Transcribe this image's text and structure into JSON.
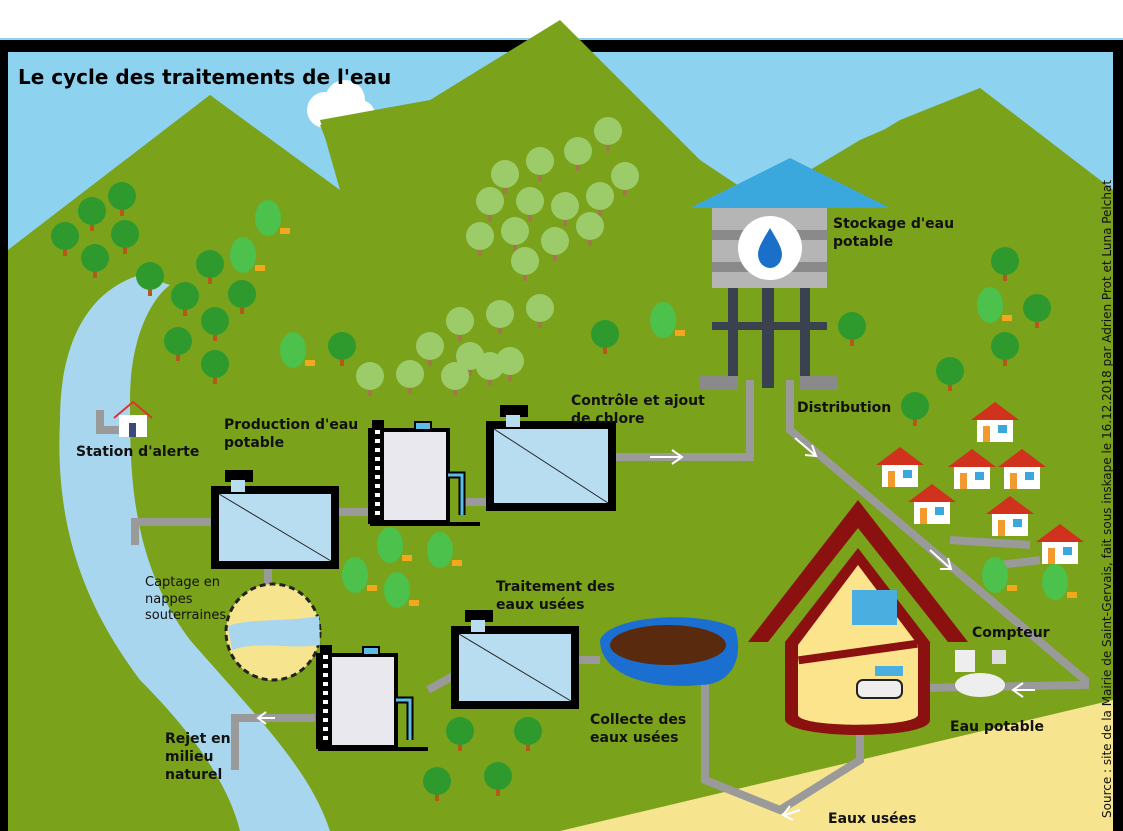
{
  "title": "Le cycle des traitements de l'eau",
  "source": "Source : site de la Mairie de Saint-Gervais, fait sous inskape le 16.12.2018 par Adrien Prot et Luna Pelchat",
  "labels": {
    "stockage": [
      "Stockage d'eau",
      "potable"
    ],
    "controle": [
      "Contrôle et ajout",
      "de chlore"
    ],
    "production": [
      "Production d'eau",
      "potable"
    ],
    "station": "Station d'alerte",
    "distribution": "Distribution",
    "captage": [
      "Captage en",
      "nappes",
      "souterraines"
    ],
    "traitement": [
      "Traitement des",
      "eaux usées"
    ],
    "collecte": [
      "Collecte des",
      "eaux usées"
    ],
    "rejet": [
      "Rejet en",
      "milieu",
      "naturel"
    ],
    "compteur": "Compteur",
    "eau_potable": "Eau potable",
    "eaux_usees": "Eaux usées"
  },
  "colors": {
    "sky": "#8dd3f0",
    "grass": "#7aa21b",
    "river": "#a9d6ef",
    "sand": "#f6e48e",
    "pipe": "#9a9a9a",
    "tank_fill": "#b8dcf0",
    "house_roof": "#8b1010",
    "tower_roof": "#3aa8dc"
  }
}
